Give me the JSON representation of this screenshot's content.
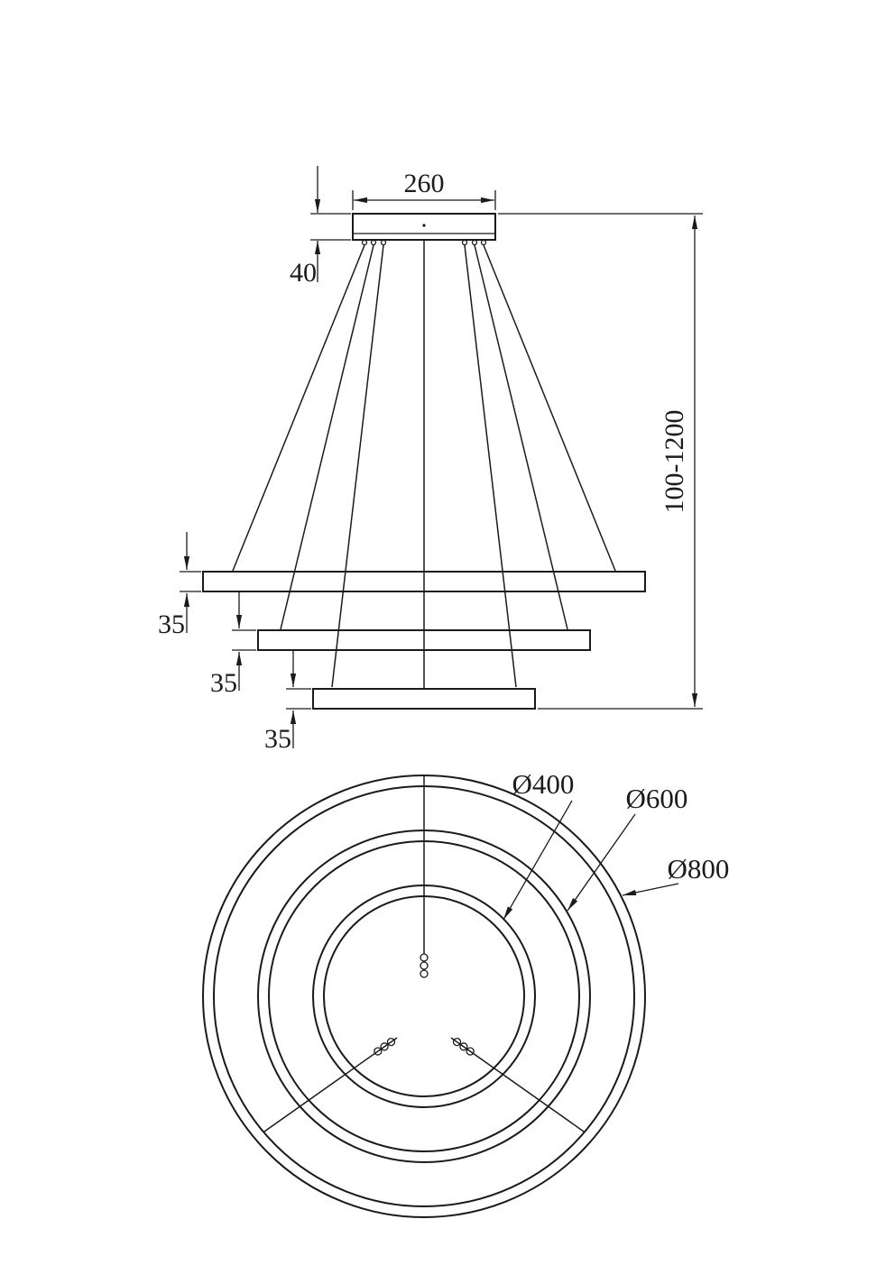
{
  "drawing": {
    "background": "#ffffff",
    "line_color": "#1b1b1b",
    "views": {
      "elevation": "side-elevation-of-three-ring-pendant",
      "plan": "top-view-of-three-concentric-rings"
    },
    "dims": {
      "width_260": "260",
      "height_40": "40",
      "drop_range": "100-1200",
      "thickness_ring_large": "35",
      "thickness_ring_medium": "35",
      "thickness_ring_small": "35",
      "dia_small": "Ø400",
      "dia_medium": "Ø600",
      "dia_large": "Ø800"
    }
  }
}
